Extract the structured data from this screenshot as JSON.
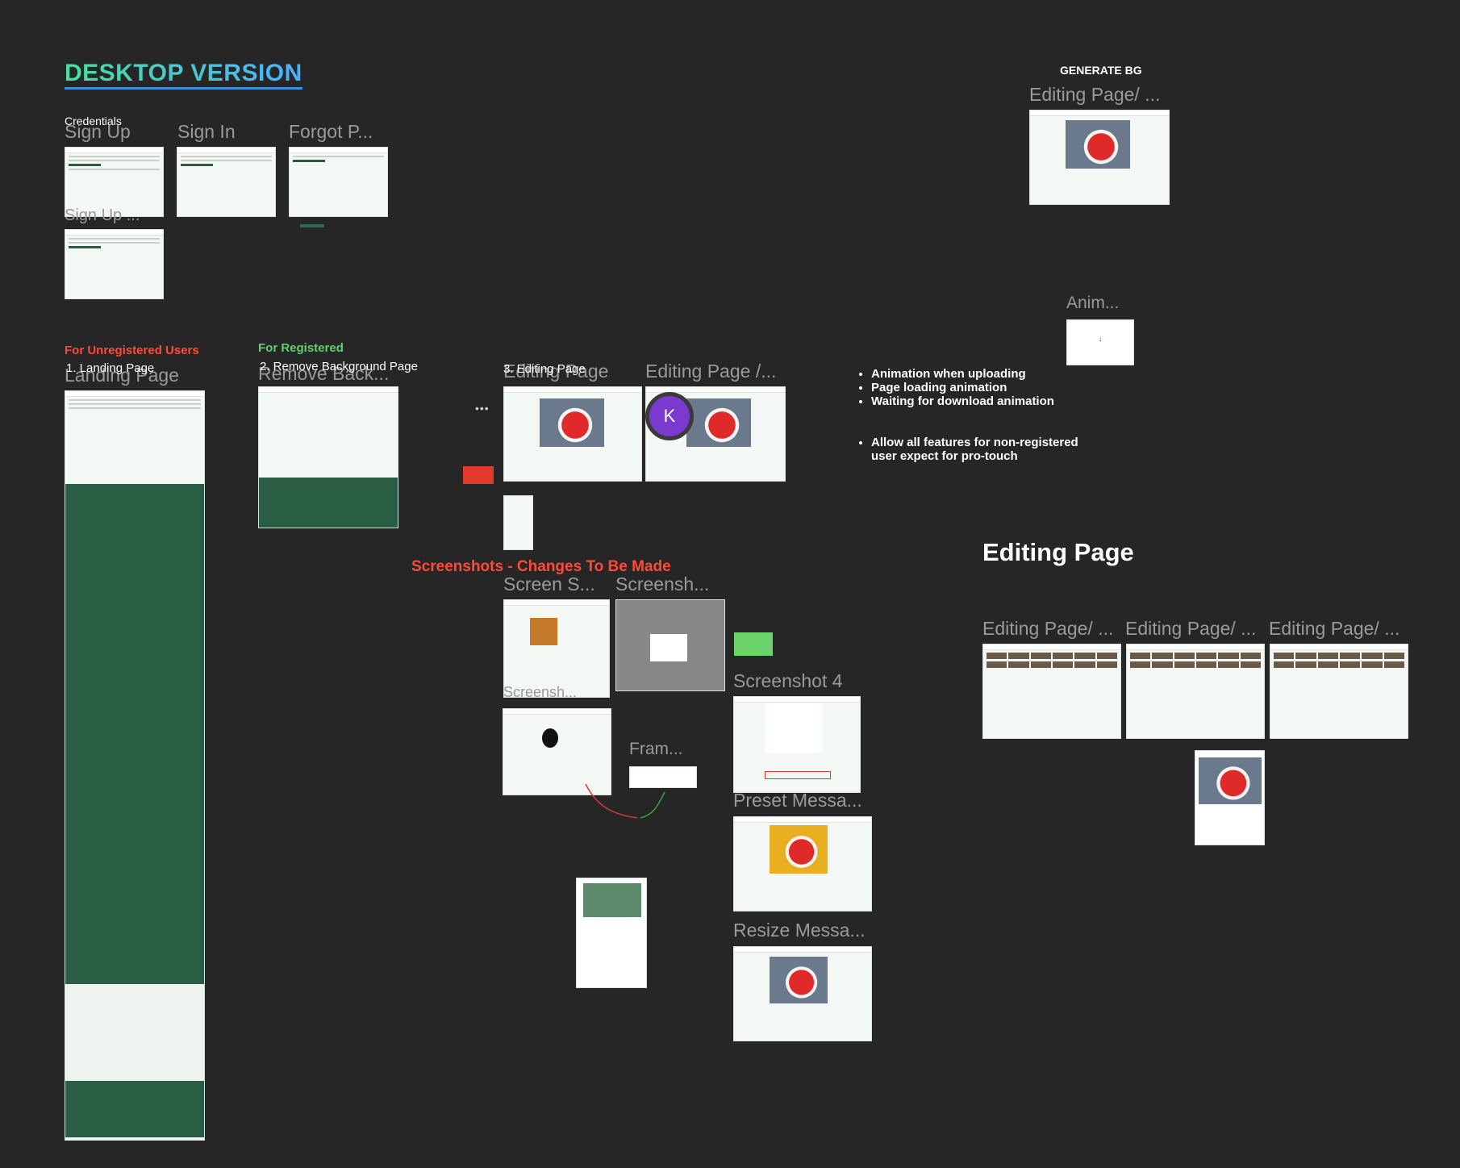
{
  "canvas": {
    "title": "DESKTOP VERSION",
    "credentials_label": "Credentials",
    "frames_credentials": [
      "Sign Up",
      "Sign In",
      "Forgot P...",
      "Sign Up ..."
    ],
    "unregistered_label": "For Unregistered Users",
    "registered_label": "For Registered",
    "landing_label": "1. Landing Page",
    "landing_frame": "Landing Page",
    "remove_bg_label": "2. Remove Background Page",
    "remove_bg_frame": "Remove Back...",
    "editing_label": "3. Editing Page",
    "editing_frame": "Editing Page",
    "editing_frame_2": "Editing Page /...",
    "avatar_letter": "K",
    "generate_bg_label": "GENERATE BG",
    "generate_bg_frame": "Editing Page/ ...",
    "anim_frame": "Anim...",
    "notes_1": [
      "Animation when uploading",
      "Page loading animation",
      "Waiting for download animation"
    ],
    "notes_2": [
      "Allow all features for non-registered user expect for pro-touch"
    ],
    "screenshots_label": "Screenshots - Changes To Be Made",
    "screen_frame_1": "Screen S...",
    "screen_frame_2": "Screensh...",
    "screen_frame_3": "Screensh...",
    "screenshot_4": "Screenshot 4",
    "frame_small": "Fram...",
    "preset_msg": "Preset Messa...",
    "resize_msg": "Resize Messa...",
    "editing_page_heading": "Editing Page",
    "editing_variants": [
      "Editing Page/ ...",
      "Editing Page/ ...",
      "Editing Page/ ..."
    ]
  },
  "colors": {
    "background": "#262626",
    "accent_green": "#2d6b4c",
    "label_red": "#ff4a3a",
    "label_green": "#5cd46c",
    "avatar_purple": "#7a3ad0"
  }
}
